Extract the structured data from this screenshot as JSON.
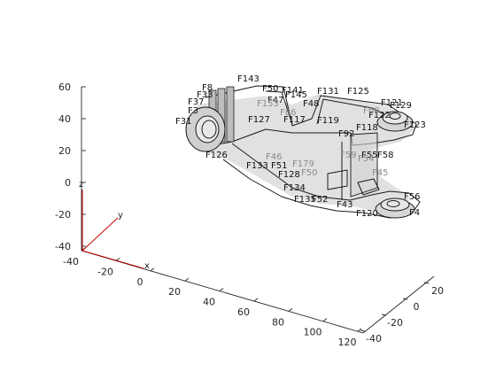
{
  "chart_data": {
    "type": "3d-mesh-plot",
    "z_axis": {
      "ticks": [
        -40,
        -20,
        0,
        20,
        40,
        60
      ]
    },
    "x_axis": {
      "ticks": [
        -40,
        -20,
        0,
        20,
        40,
        60,
        80,
        100,
        120
      ]
    },
    "y_axis": {
      "ticks": [
        -40,
        -20,
        0,
        20
      ]
    },
    "triad": {
      "x_label": "x",
      "y_label": "y",
      "z_label": "z",
      "color": "#c00000"
    },
    "face_labels_front": [
      "F143",
      "F50",
      "F141",
      "F145",
      "F47",
      "F48",
      "F131",
      "F125",
      "F129",
      "F121",
      "F123",
      "F122",
      "F117",
      "F119",
      "F118",
      "F92",
      "F55",
      "F58",
      "F56",
      "F4",
      "F120",
      "F126",
      "F43",
      "F127",
      "F133",
      "F134",
      "F135",
      "F51",
      "F128",
      "F52",
      "F37",
      "F31",
      "F33",
      "F3",
      "F8"
    ],
    "face_labels_back": [
      "F46",
      "F179",
      "F50b",
      "F45",
      "F153",
      "F54",
      "F59",
      "F86",
      "F60"
    ],
    "part_color": "#c9c9c9",
    "edge_color": "#1a1a1a"
  }
}
